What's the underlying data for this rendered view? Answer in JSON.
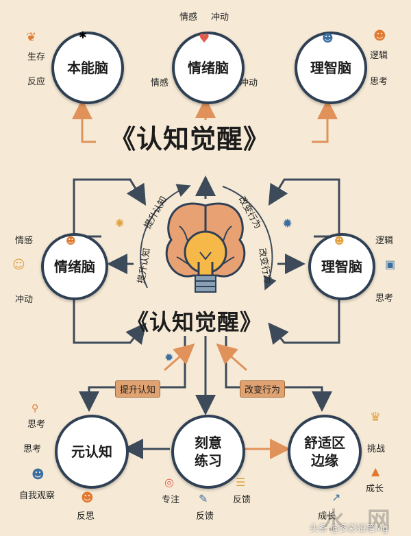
{
  "top": {
    "instinct": {
      "title": "本能脑",
      "left_top": "生存",
      "left_bottom": "反应"
    },
    "emotion": {
      "title": "情绪脑",
      "above_left": "情感",
      "above_right": "冲动",
      "below_left": "情感",
      "below_right": "冲动"
    },
    "reason": {
      "title": "理智脑",
      "right_top": "逻辑",
      "right_bottom": "思考"
    }
  },
  "title_top": "《认知觉醒》",
  "middle": {
    "left_node": {
      "title": "情绪脑",
      "top": "情感",
      "bottom": "冲动"
    },
    "right_node": {
      "title": "理智脑",
      "top": "逻辑",
      "bottom": "思考"
    },
    "arc_left_outer": "提升认知",
    "arc_right_outer": "改变行为",
    "arc_left_inner": "提升认知",
    "arc_right_inner": "改变行为",
    "title_center": "《认知觉醒》"
  },
  "bottom": {
    "tag_left": "提升认知",
    "tag_right": "改变行为",
    "meta": {
      "title": "元认知",
      "labels": [
        "思考",
        "思考",
        "自我观察",
        "反思"
      ]
    },
    "practice": {
      "title_line1": "刻意",
      "title_line2": "练习",
      "labels": [
        "专注",
        "反馈",
        "反馈"
      ]
    },
    "comfort": {
      "title_line1": "舒适区",
      "title_line2": "边缘",
      "labels": [
        "挑战",
        "成长",
        "成长"
      ]
    }
  },
  "watermark": {
    "text": "头条 @多彩铅笔Mg",
    "big": "水 网"
  },
  "colors": {
    "background": "#f6ead6",
    "node_border": "#2f4055",
    "arrow_dark": "#3c4a5a",
    "arrow_orange": "#e0925a",
    "tag_fill": "#e0a270"
  }
}
